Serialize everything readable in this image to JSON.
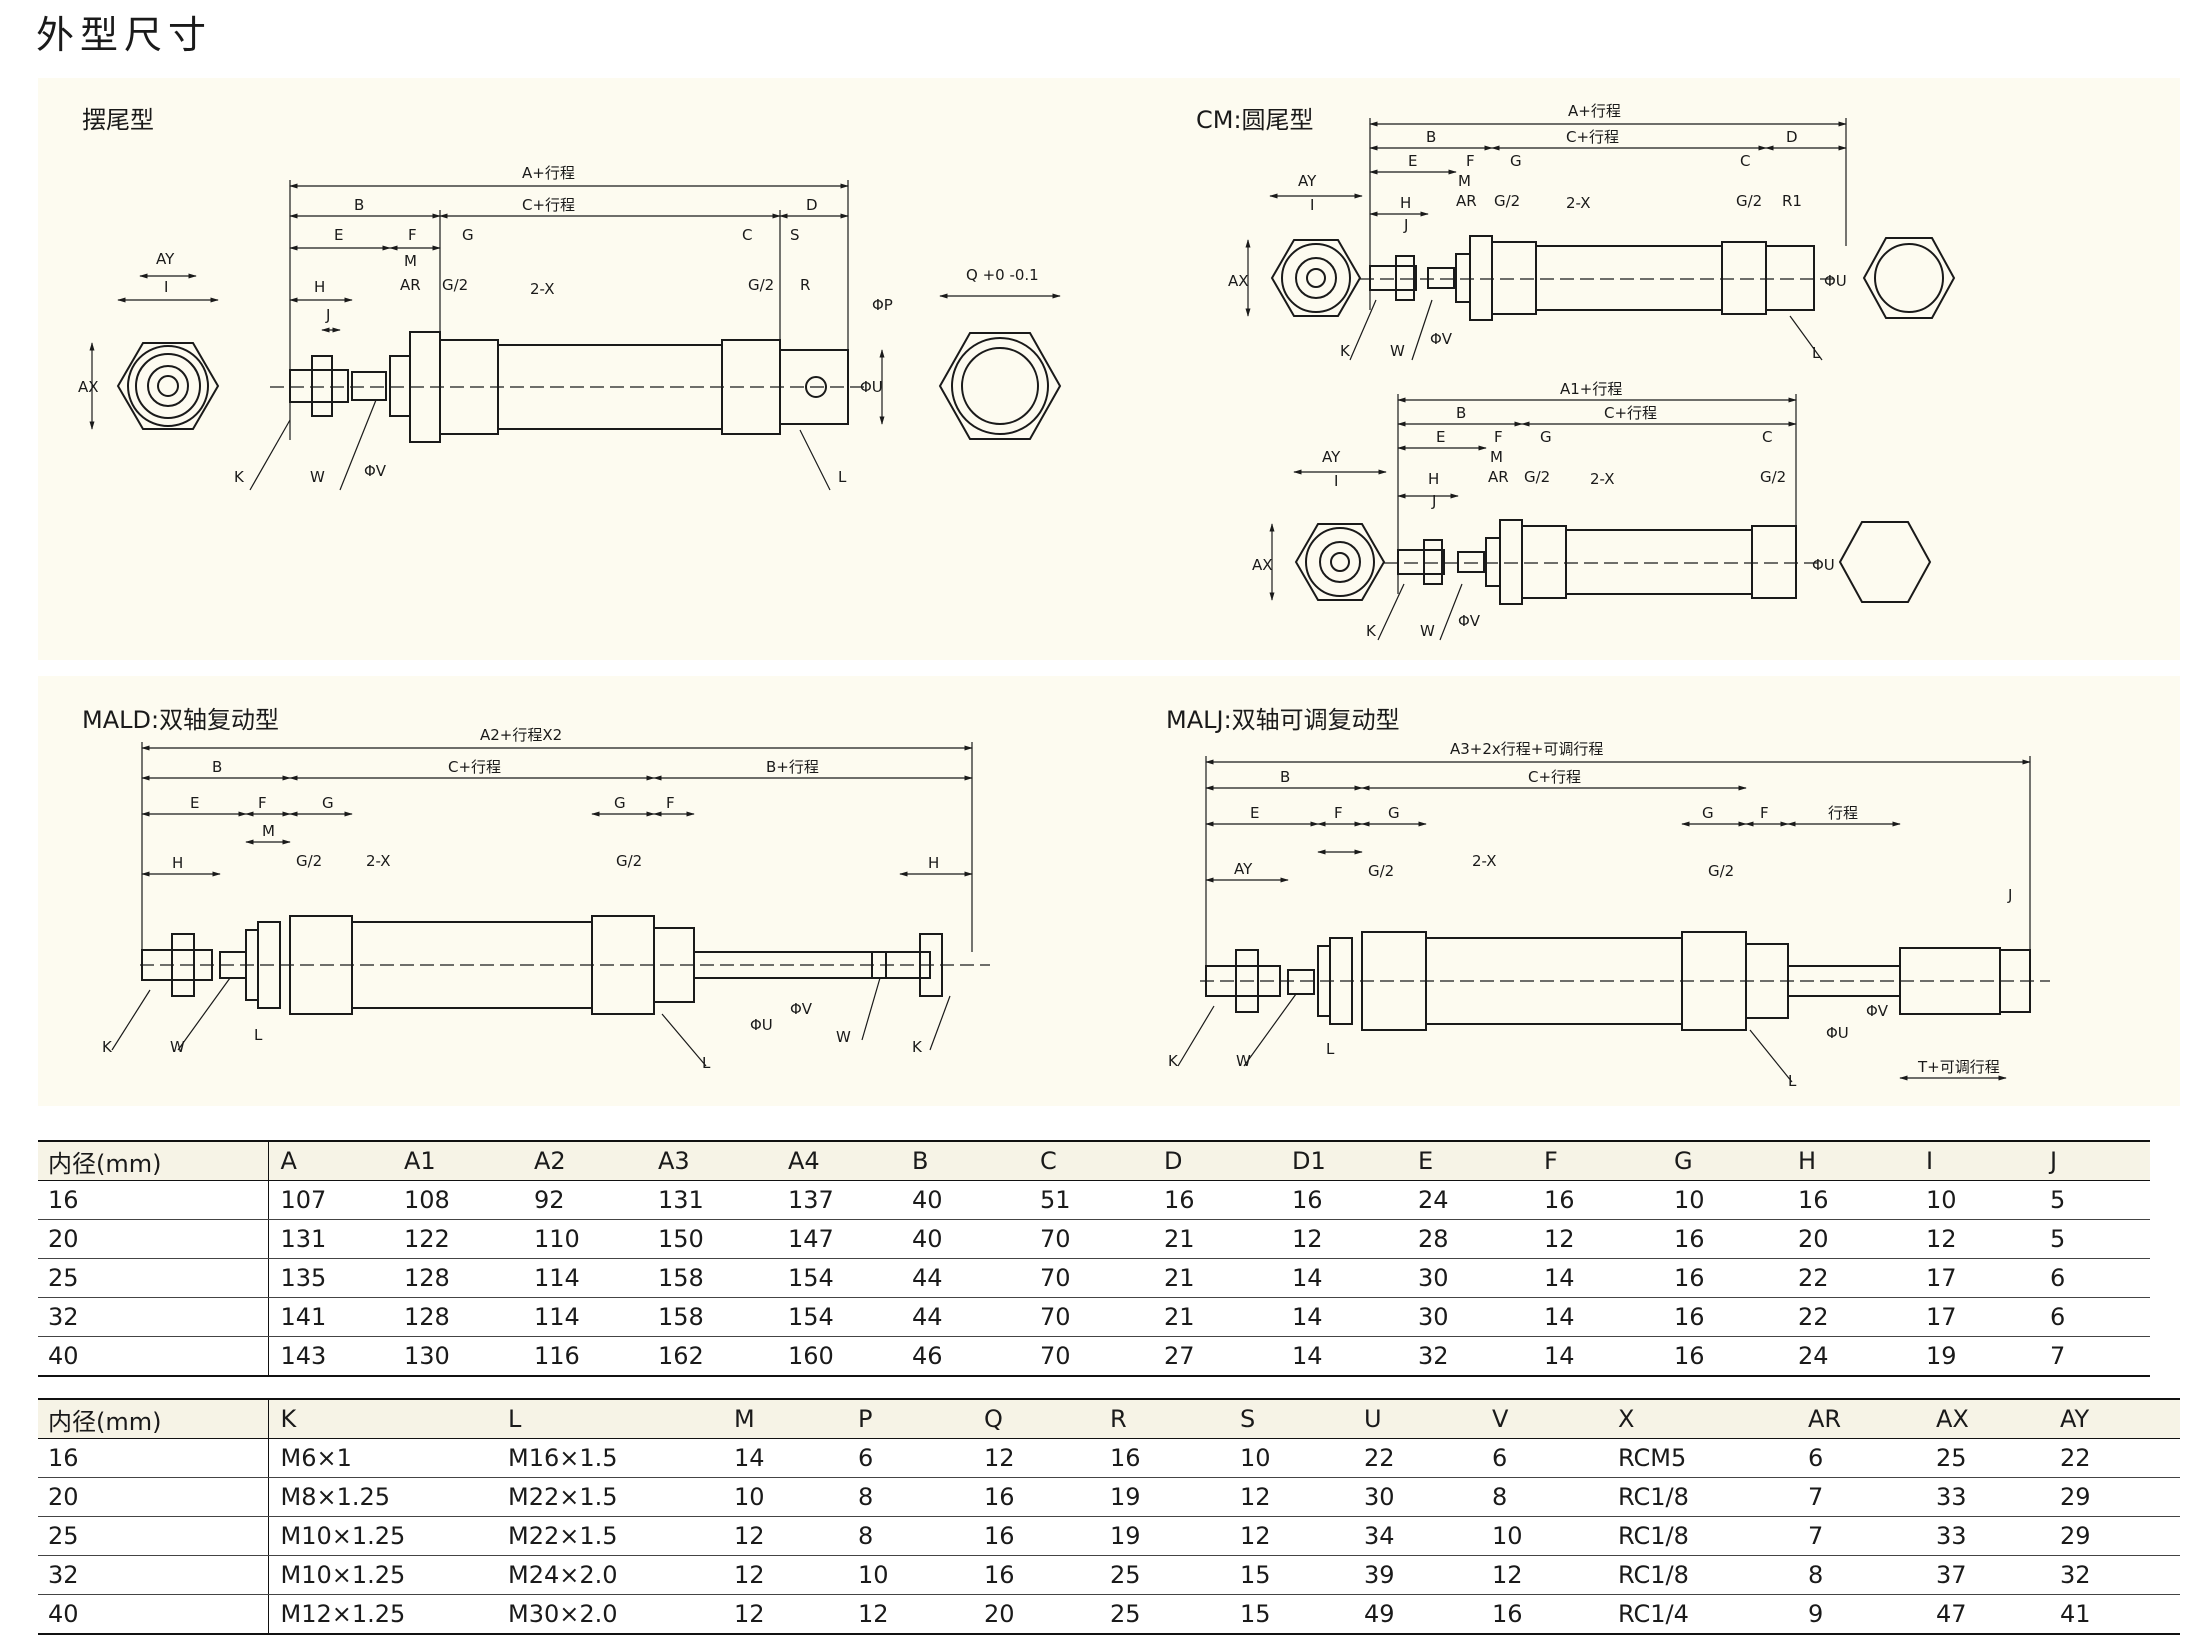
{
  "page_title": "外型尺寸",
  "sections": {
    "swing": "摆尾型",
    "cm": "CM:圆尾型",
    "mald": "MALD:双轴复动型",
    "malj": "MALJ:双轴可调复动型"
  },
  "labels": {
    "a_stroke": "A+行程",
    "a1_stroke": "A1+行程",
    "a2_stroke": "A2+行程X2",
    "a3_stroke": "A3+2x行程+可调行程",
    "c_stroke": "C+行程",
    "b_stroke": "B+行程",
    "stroke": "行程",
    "t_adj": "T+可调行程",
    "q_tol": "Q +0 -0.1",
    "phi_p": "ΦP",
    "phi_u": "ΦU",
    "phi_v": "ΦV",
    "two_x": "2-X",
    "g_half": "G/2",
    "AY": "AY",
    "AX": "AX",
    "I": "I",
    "B": "B",
    "E": "E",
    "F": "F",
    "M": "M",
    "AR": "AR",
    "G": "G",
    "C": "C",
    "S": "S",
    "R": "R",
    "D": "D",
    "H": "H",
    "J": "J",
    "K": "K",
    "W": "W",
    "L": "L",
    "R1": "R1"
  },
  "table1": {
    "headers": [
      "内径(mm)",
      "A",
      "A1",
      "A2",
      "A3",
      "A4",
      "B",
      "C",
      "D",
      "D1",
      "E",
      "F",
      "G",
      "H",
      "I",
      "J"
    ],
    "rows": [
      [
        "16",
        "107",
        "108",
        "92",
        "131",
        "137",
        "40",
        "51",
        "16",
        "16",
        "24",
        "16",
        "10",
        "16",
        "10",
        "5"
      ],
      [
        "20",
        "131",
        "122",
        "110",
        "150",
        "147",
        "40",
        "70",
        "21",
        "12",
        "28",
        "12",
        "16",
        "20",
        "12",
        "5"
      ],
      [
        "25",
        "135",
        "128",
        "114",
        "158",
        "154",
        "44",
        "70",
        "21",
        "14",
        "30",
        "14",
        "16",
        "22",
        "17",
        "6"
      ],
      [
        "32",
        "141",
        "128",
        "114",
        "158",
        "154",
        "44",
        "70",
        "21",
        "14",
        "30",
        "14",
        "16",
        "22",
        "17",
        "6"
      ],
      [
        "40",
        "143",
        "130",
        "116",
        "162",
        "160",
        "46",
        "70",
        "27",
        "14",
        "32",
        "14",
        "16",
        "24",
        "19",
        "7"
      ]
    ]
  },
  "table2": {
    "headers": [
      "内径(mm)",
      "K",
      "L",
      "M",
      "P",
      "Q",
      "R",
      "S",
      "U",
      "V",
      "X",
      "AR",
      "AX",
      "AY"
    ],
    "rows": [
      [
        "16",
        "M6×1",
        "M16×1.5",
        "14",
        "6",
        "12",
        "16",
        "10",
        "22",
        "6",
        "RCM5",
        "6",
        "25",
        "22"
      ],
      [
        "20",
        "M8×1.25",
        "M22×1.5",
        "10",
        "8",
        "16",
        "19",
        "12",
        "30",
        "8",
        "RC1/8",
        "7",
        "33",
        "29"
      ],
      [
        "25",
        "M10×1.25",
        "M22×1.5",
        "12",
        "8",
        "16",
        "19",
        "12",
        "34",
        "10",
        "RC1/8",
        "7",
        "33",
        "29"
      ],
      [
        "32",
        "M10×1.25",
        "M24×2.0",
        "12",
        "10",
        "16",
        "25",
        "15",
        "39",
        "12",
        "RC1/8",
        "8",
        "37",
        "32"
      ],
      [
        "40",
        "M12×1.25",
        "M30×2.0",
        "12",
        "12",
        "20",
        "25",
        "15",
        "49",
        "16",
        "RC1/4",
        "9",
        "47",
        "41"
      ]
    ]
  }
}
